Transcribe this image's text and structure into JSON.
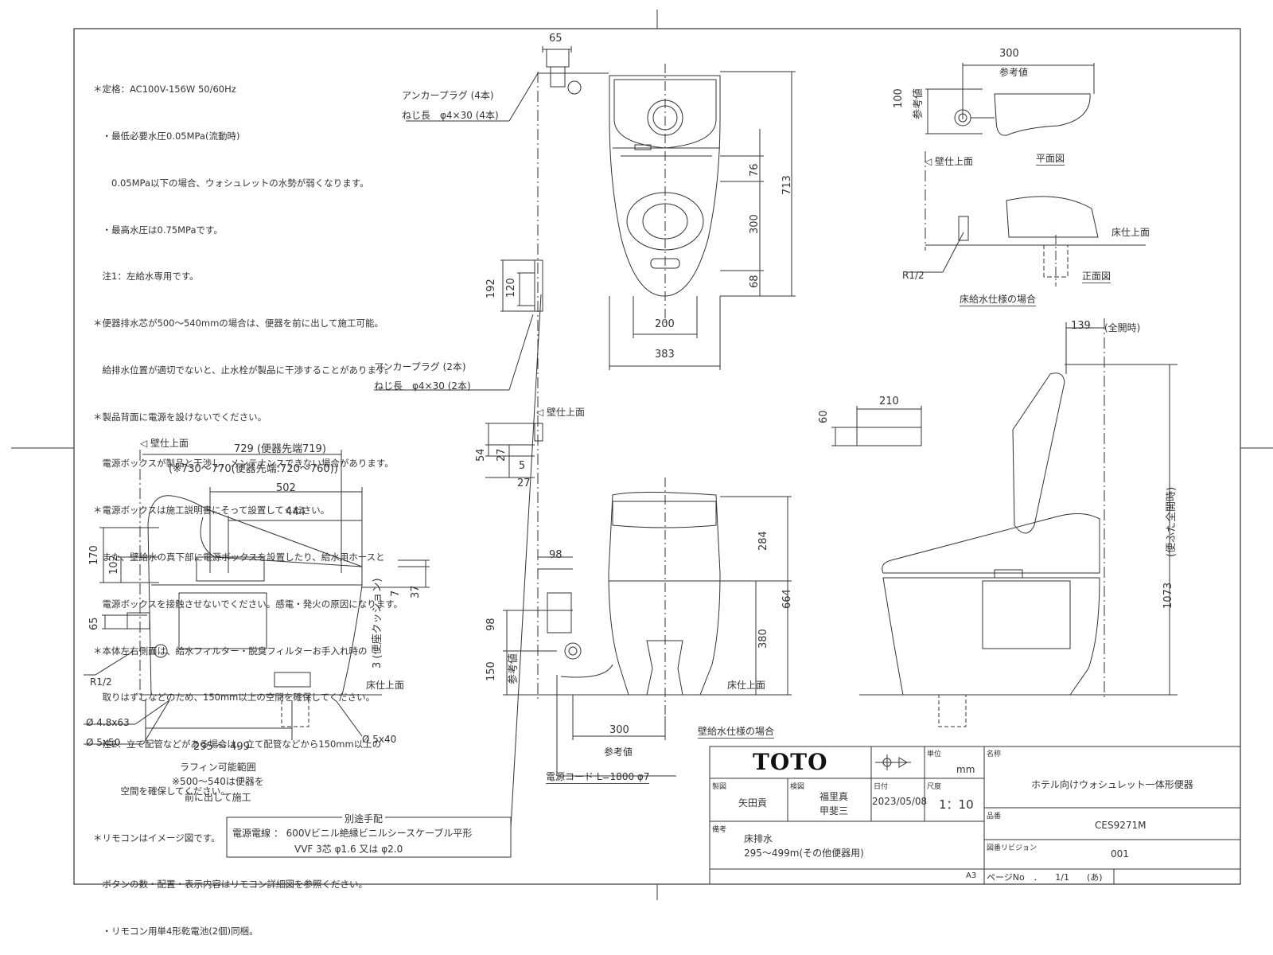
{
  "notes": [
    "＊定格：AC100V-156W 50/60Hz",
    "　・最低必要水圧0.05MPa(流動時)",
    "　　0.05MPa以下の場合、ウォシュレットの水勢が弱くなります。",
    "　・最高水圧は0.75MPaです。",
    "　注1：左給水専用です。",
    "＊便器排水芯が500～540mmの場合は、便器を前に出して施工可能。",
    "　給排水位置が適切でないと、止水栓が製品に干渉することがあります。",
    "＊製品背面に電源を設けないでください。",
    "　電源ボックスが製品と干渉し、メンテナンスできない場合があります。",
    "＊電源ボックスは施工説明書にそって設置してください。",
    "　また、壁給水の真下部に電源ボックスを設置したり、給水用ホースと",
    "　電源ボックスを接触させないでください。感電・発火の原因になります。",
    "＊本体左右側面は、給水フィルター・脱臭フィルターお手入れ時の",
    "　取りはずしなどのため、150mm以上の空間を確保してください。",
    "　注2：立て配管などがある場合は、立て配管などから150mm以上の",
    "　　　空間を確保してください。",
    "＊リモコンはイメージ図です。",
    "　ボタンの数・配置・表示内容はリモコン詳細図を参照ください。",
    "　・リモコン用単4形乾電池(2個)同梱。"
  ],
  "labels": {
    "anchor4": "アンカープラグ (4本)",
    "screw4": "ねじ長　φ4×30 (4本)",
    "anchor2": "アンカープラグ (2本)",
    "screw2": "ねじ長　φ4×30 (2本)",
    "wall_top1": "壁仕上面",
    "wall_top2": "壁仕上面",
    "wall_top3": "壁仕上面",
    "floor_top1": "床仕上面",
    "floor_top2": "床仕上面",
    "floor_top3": "床仕上面",
    "plan_view": "平面図",
    "front_view": "正面図",
    "floor_supply": "床給水仕様の場合",
    "wall_supply": "壁給水仕様の場合",
    "r12a": "R1/2",
    "r12b": "R1/2",
    "ref_val1": "参考値",
    "ref_val2": "参考値",
    "ref_val3": "参考値",
    "ref_val4": "参考値",
    "seat_cushion": "3 (便座クッション)",
    "lid_full": "(便ふた全開時)",
    "full_open": "(全開時)",
    "d48": "Ø 4.8x63",
    "d550": "Ø 5x50",
    "d540": "Ø 5x40",
    "raffin1": "ラフィン可能範囲",
    "raffin2": "※500～540は便器を",
    "raffin3": "前に出して施工",
    "power_cord": "電源コード L=1800 φ7",
    "extra_title": "別途手配",
    "extra_line1": "電源電線 ： 600Vビニル絶縁ビニルシースケーブル平形",
    "extra_line2": "VVF 3芯 φ1.6 又は φ2.0",
    "paren_730": "(※730～770(便器先端:720～760))",
    "len729": "729 (便器先端719)"
  },
  "dims": {
    "d65top": "65",
    "d713": "713",
    "d76": "76",
    "d300v": "300",
    "d68": "68",
    "d200": "200",
    "d383": "383",
    "d192": "192",
    "d120": "120",
    "d300top": "300",
    "d100": "100",
    "d139": "139",
    "d1073": "1073",
    "d210": "210",
    "d60": "60",
    "d54": "54",
    "d27a": "27",
    "d5": "5",
    "d27b": "27",
    "d502": "502",
    "d444": "444",
    "d170": "170",
    "d102": "102",
    "d7": "7",
    "d37": "37",
    "d65side": "65",
    "d295": "295 ～ 499",
    "d98a": "98",
    "d98b": "98",
    "d150": "150",
    "d284": "284",
    "d664": "664",
    "d380": "380",
    "d300b": "300"
  },
  "title_block": {
    "logo": "TOTO",
    "unit_label": "単位",
    "unit": "mm",
    "name_label": "名称",
    "name": "ホテル向けウォシュレット一体形便器",
    "drawn_label": "製図",
    "drawn": "矢田貢",
    "check_label": "検図",
    "check1": "福里真",
    "check2": "甲斐三",
    "date_label": "日付",
    "date": "2023/05/08",
    "scale_label": "尺度",
    "scale": "1：10",
    "remark_label": "備考",
    "remark1": "床排水",
    "remark2": "295～499m(その他便器用)",
    "model_label": "品番",
    "model": "CES9271M",
    "rev_label": "図番リビジョン",
    "rev": "001",
    "paper": "A3",
    "page": "ページNo　．　　1/1　　(あ)"
  }
}
